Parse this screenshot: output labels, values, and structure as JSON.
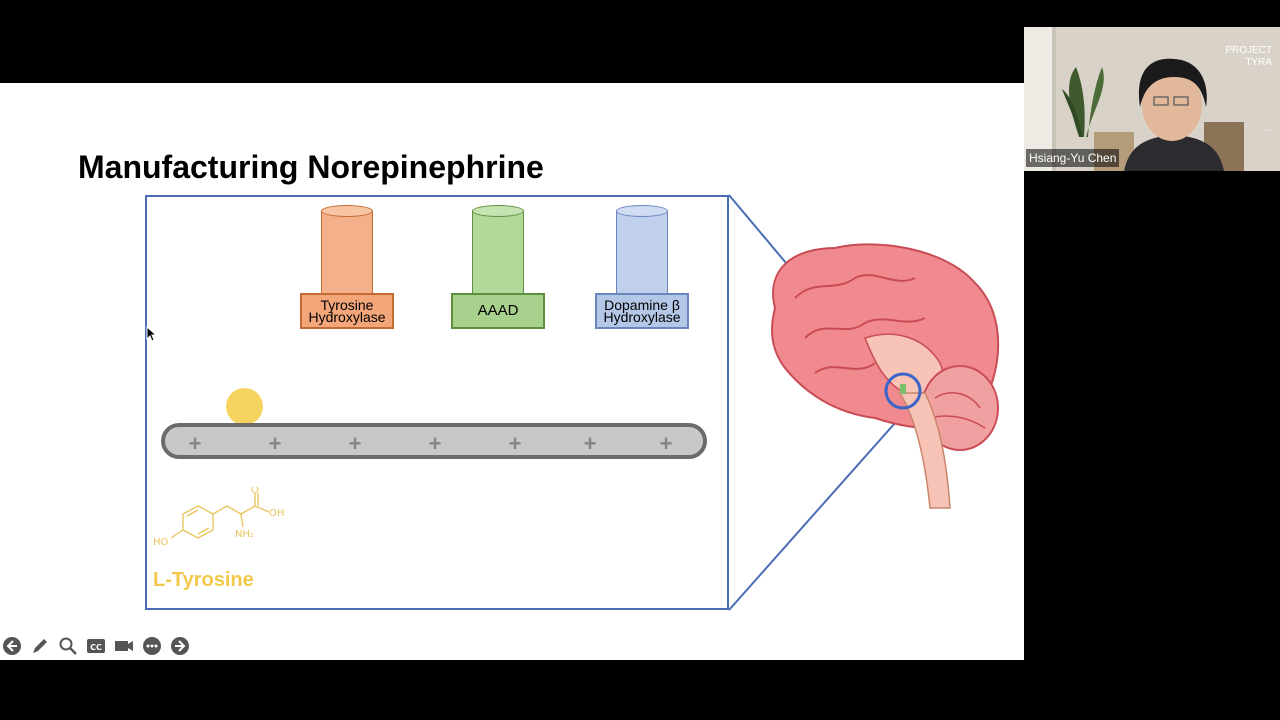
{
  "slide": {
    "title": "Manufacturing Norepinephrine",
    "enzymes": [
      {
        "label": "Tyrosine\nHydroxylase",
        "fill": "#f2a679",
        "body": "#f4b08a",
        "border": "#c46a32"
      },
      {
        "label": "AAAD",
        "fill": "#a9d18e",
        "body": "#b2d89a",
        "border": "#5e8f3e"
      },
      {
        "label": "Dopamine β\nHydroxylase",
        "fill": "#b4c7e7",
        "body": "#bfcfec",
        "border": "#6a86bf"
      }
    ],
    "molecule": {
      "label": "L-Tyrosine",
      "atom_labels": {
        "o": "O",
        "oh": "OH",
        "nh2": "NH₂",
        "ho": "HO"
      },
      "color": "#f2c84b"
    },
    "conveyor_plus_count": 7
  },
  "video": {
    "participant_name": "Hsiang-Yu Chen",
    "watermark_line1": "PROJECT",
    "watermark_line2": "TYRA",
    "more_glyph": "..."
  },
  "toolbar": {
    "icons": [
      "previous-icon",
      "pen-icon",
      "zoom-icon",
      "captions-icon",
      "camera-icon",
      "more-icon",
      "next-icon"
    ],
    "cc_label": "CC"
  },
  "colors": {
    "frame": "#4a6db5",
    "accent_ball": "#f6d35e"
  }
}
